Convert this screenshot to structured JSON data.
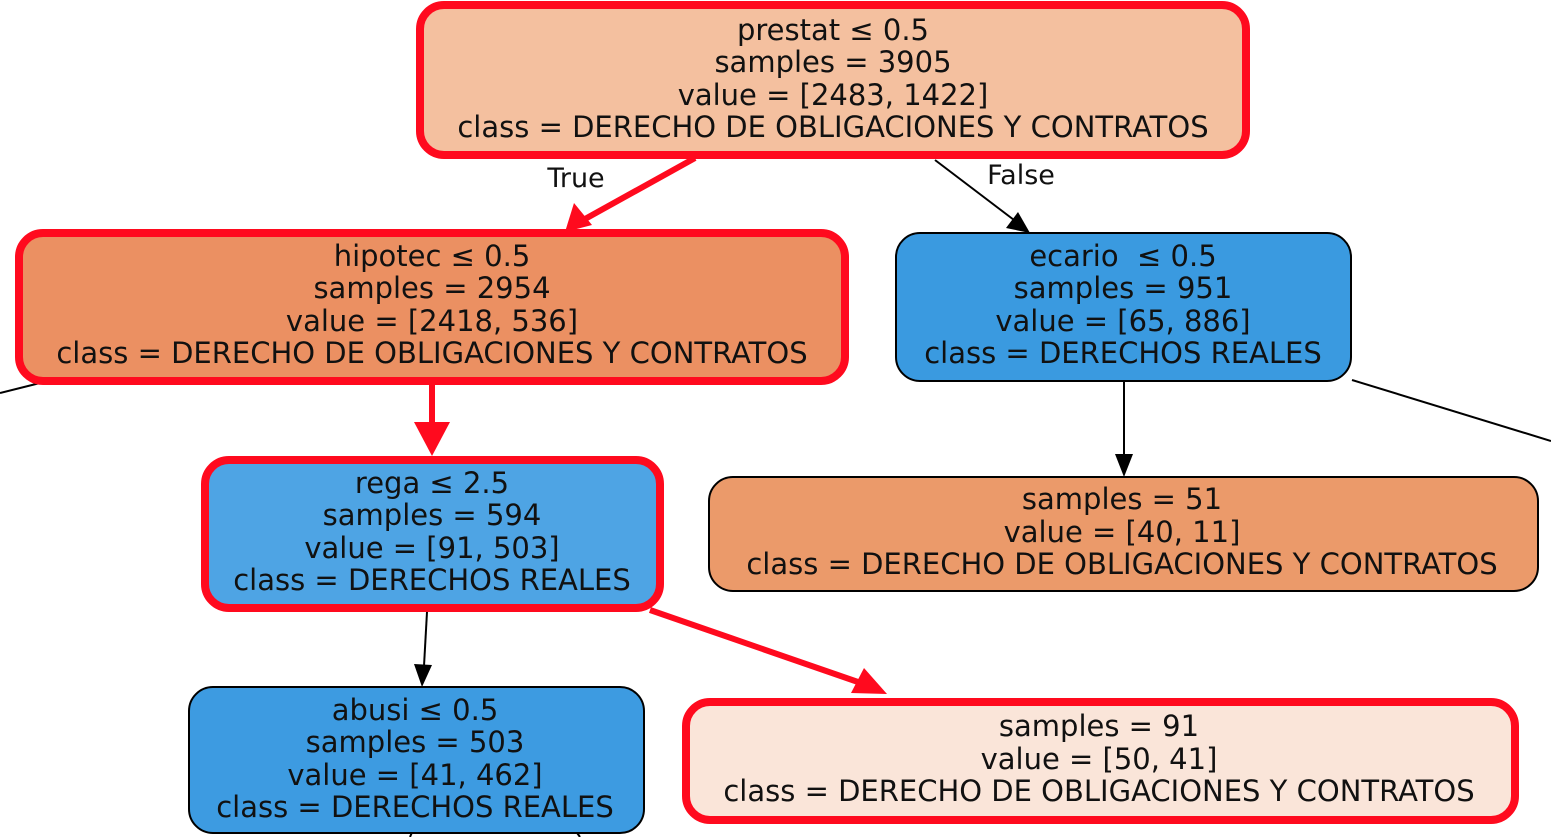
{
  "diagram": {
    "type": "decision-tree",
    "colors": {
      "highlight": "#ff0a1e",
      "edge": "#000000",
      "text": "#111111"
    },
    "edge_labels": {
      "true": "True",
      "false": "False"
    },
    "nodes": [
      {
        "id": "root",
        "lines": [
          "prestat ≤ 0.5",
          "samples = 3905",
          "value = [2483, 1422]",
          "class = DERECHO DE OBLIGACIONES Y CONTRATOS"
        ],
        "fill": "#f4c09f",
        "highlighted": true
      },
      {
        "id": "hipotec",
        "lines": [
          "hipotec ≤ 0.5",
          "samples = 2954",
          "value = [2418, 536]",
          "class = DERECHO DE OBLIGACIONES Y CONTRATOS"
        ],
        "fill": "#eb9062",
        "highlighted": true
      },
      {
        "id": "ecario",
        "lines": [
          "ecario  ≤ 0.5",
          "samples = 951",
          "value = [65, 886]",
          "class = DERECHOS REALES"
        ],
        "fill": "#3a9ae0",
        "highlighted": false
      },
      {
        "id": "rega",
        "lines": [
          "rega ≤ 2.5",
          "samples = 594",
          "value = [91, 503]",
          "class = DERECHOS REALES"
        ],
        "fill": "#4ea4e4",
        "highlighted": true
      },
      {
        "id": "leaf51",
        "lines": [
          "samples = 51",
          "value = [40, 11]",
          "class = DERECHO DE OBLIGACIONES Y CONTRATOS"
        ],
        "fill": "#eb9a6a",
        "highlighted": false
      },
      {
        "id": "abusi",
        "lines": [
          "abusi ≤ 0.5",
          "samples = 503",
          "value = [41, 462]",
          "class = DERECHOS REALES"
        ],
        "fill": "#3d9be1",
        "highlighted": false
      },
      {
        "id": "leaf91",
        "lines": [
          "samples = 91",
          "value = [50, 41]",
          "class = DERECHO DE OBLIGACIONES Y CONTRATOS"
        ],
        "fill": "#fae5d9",
        "highlighted": true
      }
    ],
    "edges": [
      {
        "from": "root",
        "to": "hipotec",
        "label": "True",
        "highlighted": true
      },
      {
        "from": "root",
        "to": "ecario",
        "label": "False",
        "highlighted": false
      },
      {
        "from": "hipotec",
        "to": "rega",
        "highlighted": true
      },
      {
        "from": "ecario",
        "to": "leaf51",
        "highlighted": false
      },
      {
        "from": "rega",
        "to": "abusi",
        "highlighted": false
      },
      {
        "from": "rega",
        "to": "leaf91",
        "highlighted": true
      }
    ]
  }
}
